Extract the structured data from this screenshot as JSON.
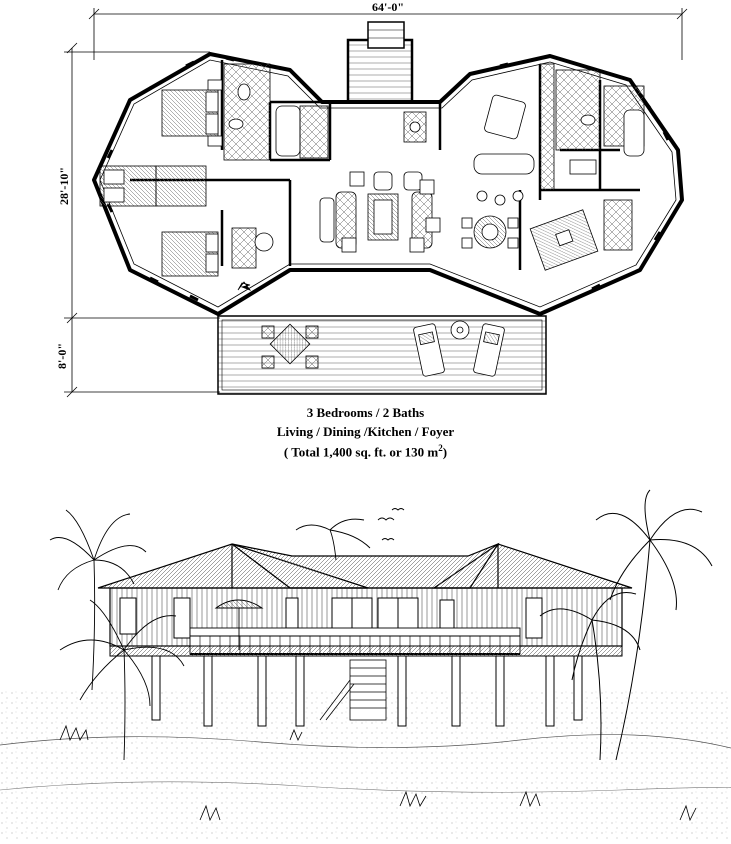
{
  "plan": {
    "overall_width": "64'-0\"",
    "house_depth": "28'-10\"",
    "deck_depth": "8'-0\""
  },
  "caption": {
    "line1": "3 Bedrooms / 2 Baths",
    "line2": "Living / Dining /Kitchen / Foyer",
    "line3_prefix": "( Total 1,400  sq. ft.  or 130 m",
    "line3_sup": "2",
    "line3_suffix": ")"
  },
  "colors": {
    "line": "#000000",
    "background": "#ffffff",
    "hatch": "#555555"
  }
}
